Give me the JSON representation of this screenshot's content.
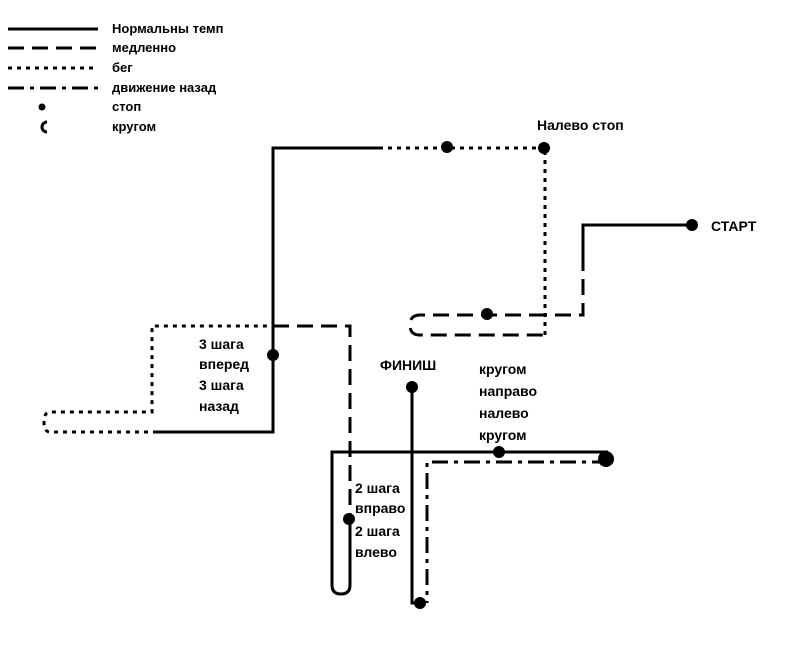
{
  "legend": {
    "items": [
      {
        "label": "Нормальны темп",
        "style": "solid"
      },
      {
        "label": "медленно",
        "style": "dashed"
      },
      {
        "label": "бег",
        "style": "dotted"
      },
      {
        "label": "движение назад",
        "style": "dashdot"
      },
      {
        "label": "стоп",
        "style": "dot"
      },
      {
        "label": "кругом",
        "style": "turn"
      }
    ]
  },
  "labels": {
    "left_stop": "Налево стоп",
    "start": "СТАРТ",
    "finish": "ФИНИШ",
    "steps_fwd_1": "3 шага",
    "steps_fwd_2": "вперед",
    "steps_back_1": "3 шага",
    "steps_back_2": "назад",
    "turn_1": "кругом",
    "turn_2": "направо",
    "turn_3": "налево",
    "turn_4": "кругом",
    "side_1": "2 шага",
    "side_2": "вправо",
    "side_3": "2 шага",
    "side_4": "влево"
  },
  "colors": {
    "ink": "#000000",
    "background": "#ffffff"
  }
}
